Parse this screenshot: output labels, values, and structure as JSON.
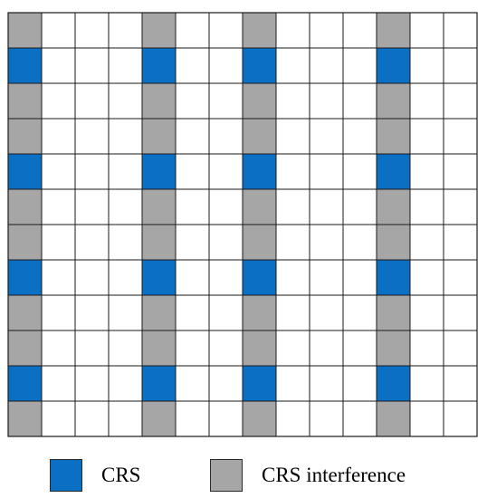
{
  "grid": {
    "rows": 12,
    "cols": 14,
    "cells": [
      "GEEEGEEGEEEGEE",
      "BEEEBEEBEEEBEE",
      "GEEEGEEGEEEGEE",
      "GEEEGEEGEEEGEE",
      "BEEEBEEBEEEBEE",
      "GEEEGEEGEEEGEE",
      "GEEEGEEGEEEGEE",
      "BEEEBEEBEEEBEE",
      "GEEEGEEGEEEGEE",
      "GEEEGEEGEEEGEE",
      "BEEEBEEBEEEBEE",
      "GEEEGEEGEEEGEE"
    ],
    "cell_types": {
      "B": "CRS",
      "G": "CRS interference",
      "E": "empty"
    }
  },
  "colors": {
    "crs": "#0b6fc4",
    "interference": "#a6a6a6",
    "empty": "#ffffff",
    "line": "#1a1a1a"
  },
  "legend": {
    "crs_label": "CRS",
    "interference_label": "CRS interference"
  }
}
